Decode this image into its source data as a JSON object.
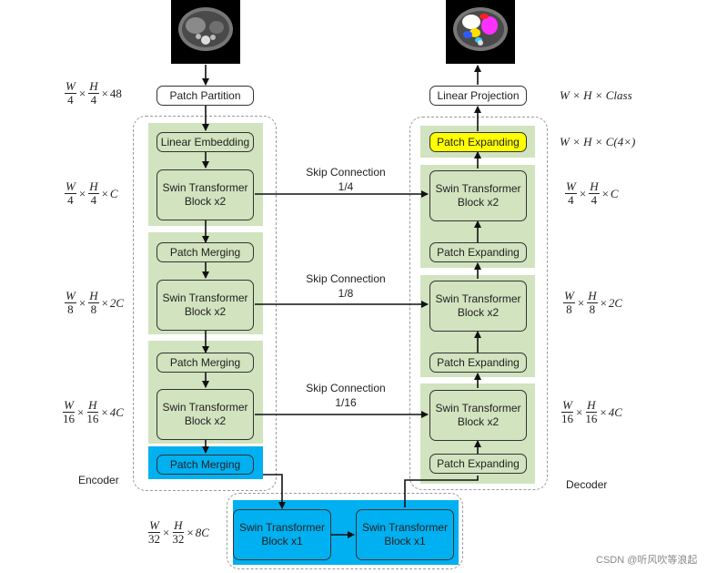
{
  "boxes": {
    "patch_partition": "Patch Partition",
    "linear_embedding": "Linear Embedding",
    "swin_block_x2": "Swin Transformer\nBlock x2",
    "patch_merging": "Patch Merging",
    "swin_block_x1": "Swin Transformer\nBlock x1",
    "patch_expanding": "Patch Expanding",
    "linear_projection": "Linear Projection"
  },
  "skip_connections": [
    {
      "title": "Skip Connection",
      "ratio": "1/4"
    },
    {
      "title": "Skip Connection",
      "ratio": "1/8"
    },
    {
      "title": "Skip Connection",
      "ratio": "1/16"
    }
  ],
  "section_labels": {
    "encoder": "Encoder",
    "decoder": "Decoder"
  },
  "dims_left": [
    {
      "a_num": "W",
      "a_den": "4",
      "b_num": "H",
      "b_den": "4",
      "tail": "48"
    },
    {
      "a_num": "W",
      "a_den": "4",
      "b_num": "H",
      "b_den": "4",
      "tail": "C"
    },
    {
      "a_num": "W",
      "a_den": "8",
      "b_num": "H",
      "b_den": "8",
      "tail": "2C"
    },
    {
      "a_num": "W",
      "a_den": "16",
      "b_num": "H",
      "b_den": "16",
      "tail": "4C"
    },
    {
      "a_num": "W",
      "a_den": "32",
      "b_num": "H",
      "b_den": "32",
      "tail": "8C"
    }
  ],
  "dims_right": [
    {
      "a_num": "W",
      "a_den": "4",
      "b_num": "H",
      "b_den": "4",
      "tail": "C"
    },
    {
      "a_num": "W",
      "a_den": "8",
      "b_num": "H",
      "b_den": "8",
      "tail": "2C"
    },
    {
      "a_num": "W",
      "a_den": "16",
      "b_num": "H",
      "b_den": "16",
      "tail": "4C"
    }
  ],
  "dims_right_top": {
    "output": "W × H × Class",
    "expand": "W × H × C(4×)"
  },
  "watermark": "CSDN @听风吹等浪起",
  "colors": {
    "green": "#d1e3bf",
    "yellow": "#ffff00",
    "blue": "#00b0f0"
  }
}
